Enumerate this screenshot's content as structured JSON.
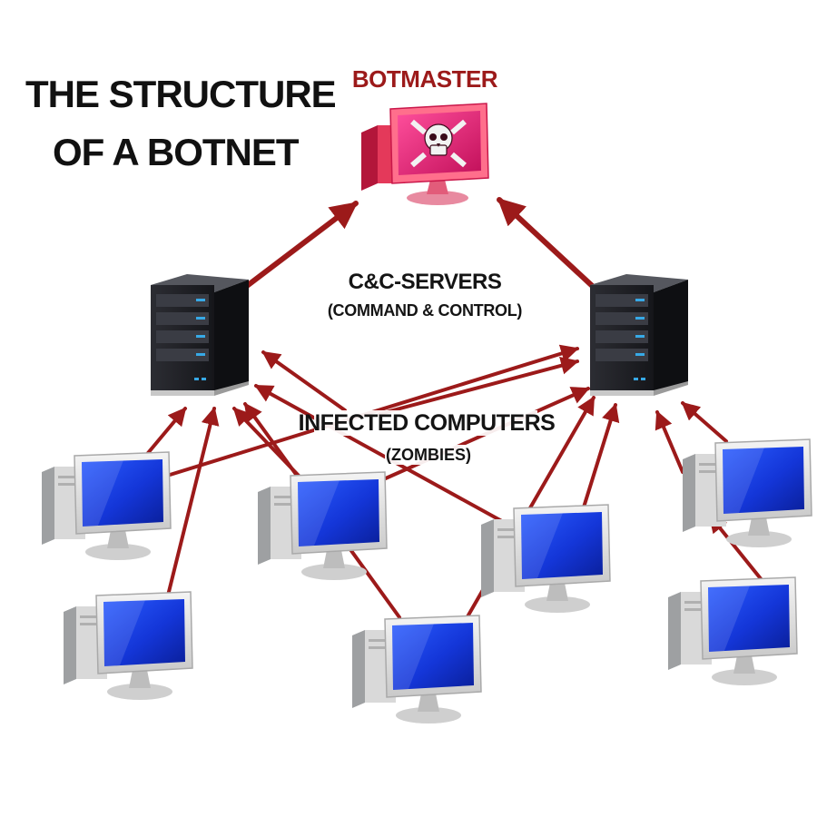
{
  "title": {
    "line1": "THE STRUCTURE",
    "line2": "OF A BOTNET"
  },
  "botmaster": {
    "label": "BOTMASTER",
    "icon": "skull-monitor-icon"
  },
  "cnc": {
    "label": "C&C-SERVERS",
    "sublabel": "(COMMAND & CONTROL)",
    "icon": "server-tower-icon"
  },
  "zombies": {
    "label": "INFECTED COMPUTERS",
    "sublabel": "(ZOMBIES)",
    "icon": "desktop-computer-icon"
  },
  "colors": {
    "arrow": "#9c1a1a",
    "botmaster_screen": "#e0196e",
    "zombie_screen": "#1436d8",
    "server_body": "#1e1f23",
    "server_led": "#37a9e6"
  }
}
